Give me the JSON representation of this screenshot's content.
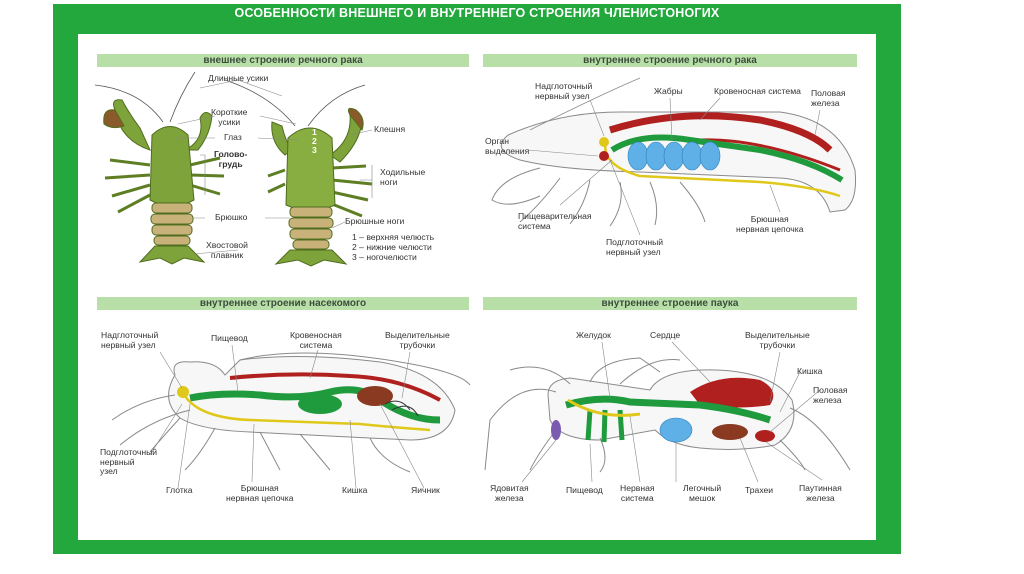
{
  "title": "ОСОБЕННОСТИ ВНЕШНЕГО И ВНУТРЕННЕГО СТРОЕНИЯ ЧЛЕНИСТОНОГИХ",
  "panels": {
    "crayfish_external": {
      "header": "внешнее строение речного рака",
      "labels": {
        "long_antennae": "Длинные усики",
        "short_antennae": "Короткие\nусики",
        "eye": "Глаз",
        "cephalothorax": "Голово-\nгрудь",
        "abdomen": "Брюшко",
        "tail_fin": "Хвостовой\nплавник",
        "claw": "Клешня",
        "walking_legs": "Ходильные\nноги",
        "abdominal_legs": "Брюшные ноги",
        "mouthparts_1": "1 – верхняя челюсть",
        "mouthparts_2": "2 – нижние челюсти",
        "mouthparts_3": "3 – ногочелюсти",
        "num_1": "1",
        "num_2": "2",
        "num_3": "3"
      }
    },
    "crayfish_internal": {
      "header": "внутреннее строение речного рака",
      "labels": {
        "supraesophageal": "Надглоточный\nнервный узел",
        "gills": "Жабры",
        "circulatory": "Кровеносная система",
        "gonad": "Половая\nжелеза",
        "excretory": "Орган\nвыделения",
        "digestive": "Пищеварительная\nсистема",
        "subesophageal": "Подглоточный\nнервный узел",
        "nerve_cord": "Брюшная\nнервная цепочка"
      }
    },
    "insect_internal": {
      "header": "внутреннее строение насекомого",
      "labels": {
        "supraesophageal": "Надглоточный\nнервный узел",
        "esophagus": "Пищевод",
        "circulatory": "Кровеносная\nсистема",
        "excretory": "Выделительные\nтрубочки",
        "subesophageal": "Подглоточный\nнервный\nузел",
        "pharynx": "Глотка",
        "nerve_cord": "Брюшная\nнервная цепочка",
        "intestine": "Кишка",
        "ovary": "Яичник"
      }
    },
    "spider_internal": {
      "header": "внутреннее строение паука",
      "labels": {
        "stomach": "Желудок",
        "heart": "Сердце",
        "excretory": "Выделительные\nтрубочки",
        "intestine": "Кишка",
        "gonad": "Половая\nжелеза",
        "venom_gland": "Ядовитая\nжелеза",
        "esophagus": "Пищевод",
        "nervous": "Нервная\nсистема",
        "lung": "Легочный\nмешок",
        "trachea": "Трахеи",
        "silk_gland": "Паутинная\nжелеза"
      }
    }
  },
  "colors": {
    "frame": "#22a83c",
    "header_bar": "#b9dfa9",
    "body_green": "#7ea33a",
    "tail_tan": "#c8b27a",
    "digestive": "#1f9a3c",
    "circulatory": "#b0201e",
    "nerve": "#e0c81a",
    "gills": "#5fb0e6",
    "outline": "#8a8a8a"
  }
}
